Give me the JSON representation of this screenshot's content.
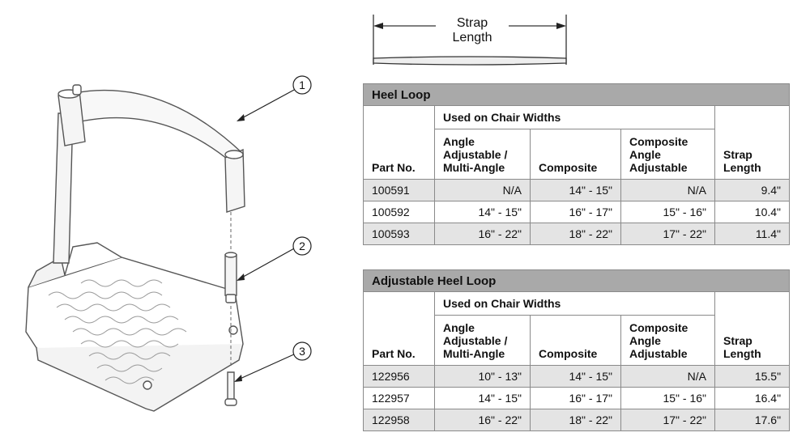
{
  "strap_diagram": {
    "label_line1": "Strap",
    "label_line2": "Length"
  },
  "callouts": [
    "1",
    "2",
    "3"
  ],
  "tables": [
    {
      "title": "Heel Loop",
      "group_header": "Used on Chair Widths",
      "headers": {
        "part_no": "Part No.",
        "col1": [
          "Angle",
          "Adjustable /",
          "Multi-Angle"
        ],
        "col2": "Composite",
        "col3": [
          "Composite",
          "Angle",
          "Adjustable"
        ],
        "strap": [
          "Strap",
          "Length"
        ]
      },
      "rows": [
        [
          "100591",
          "N/A",
          "14\" - 15\"",
          "N/A",
          "9.4\""
        ],
        [
          "100592",
          "14\" - 15\"",
          "16\" - 17\"",
          "15\" - 16\"",
          "10.4\""
        ],
        [
          "100593",
          "16\" - 22\"",
          "18\" - 22\"",
          "17\" - 22\"",
          "11.4\""
        ]
      ]
    },
    {
      "title": "Adjustable Heel Loop",
      "group_header": "Used on Chair Widths",
      "headers": {
        "part_no": "Part No.",
        "col1": [
          "Angle",
          "Adjustable /",
          "Multi-Angle"
        ],
        "col2": "Composite",
        "col3": [
          "Composite",
          "Angle",
          "Adjustable"
        ],
        "strap": [
          "Strap",
          "Length"
        ]
      },
      "rows": [
        [
          "122956",
          "10\" - 13\"",
          "14\" - 15\"",
          "N/A",
          "15.5\""
        ],
        [
          "122957",
          "14\" - 15\"",
          "16\" - 17\"",
          "15\" - 16\"",
          "16.4\""
        ],
        [
          "122958",
          "16\" - 22\"",
          "18\" - 22\"",
          "17\" - 22\"",
          "17.6\""
        ]
      ]
    }
  ]
}
